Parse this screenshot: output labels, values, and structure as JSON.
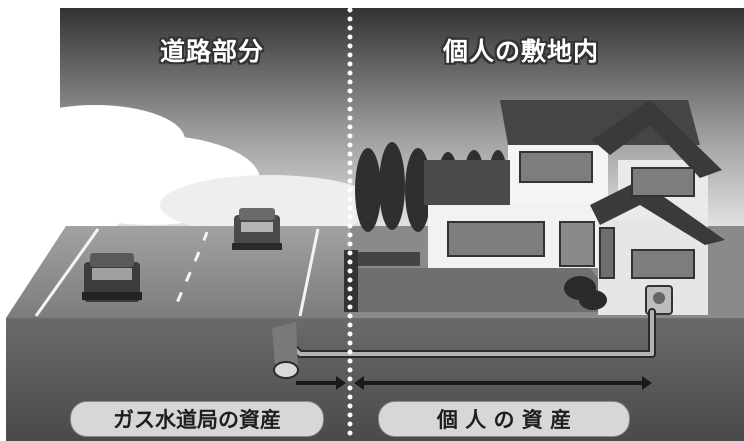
{
  "regions": {
    "road": {
      "label": "道路部分"
    },
    "private": {
      "label": "個人の敷地内"
    }
  },
  "ownership": {
    "bureau": {
      "label": "ガス水道局の資産"
    },
    "individual": {
      "label": "個 人 の 資 産"
    }
  },
  "colors": {
    "sky_top": "#3a3a3a",
    "sky_bottom": "#d8d8d8",
    "road_surface": "#8f8f8f",
    "ground_section": "#5a5a5a",
    "roof": "#474747",
    "wall": "#f2f2f2",
    "pipe": "#a8a8a8",
    "boundary_dots": "#ffffff"
  }
}
